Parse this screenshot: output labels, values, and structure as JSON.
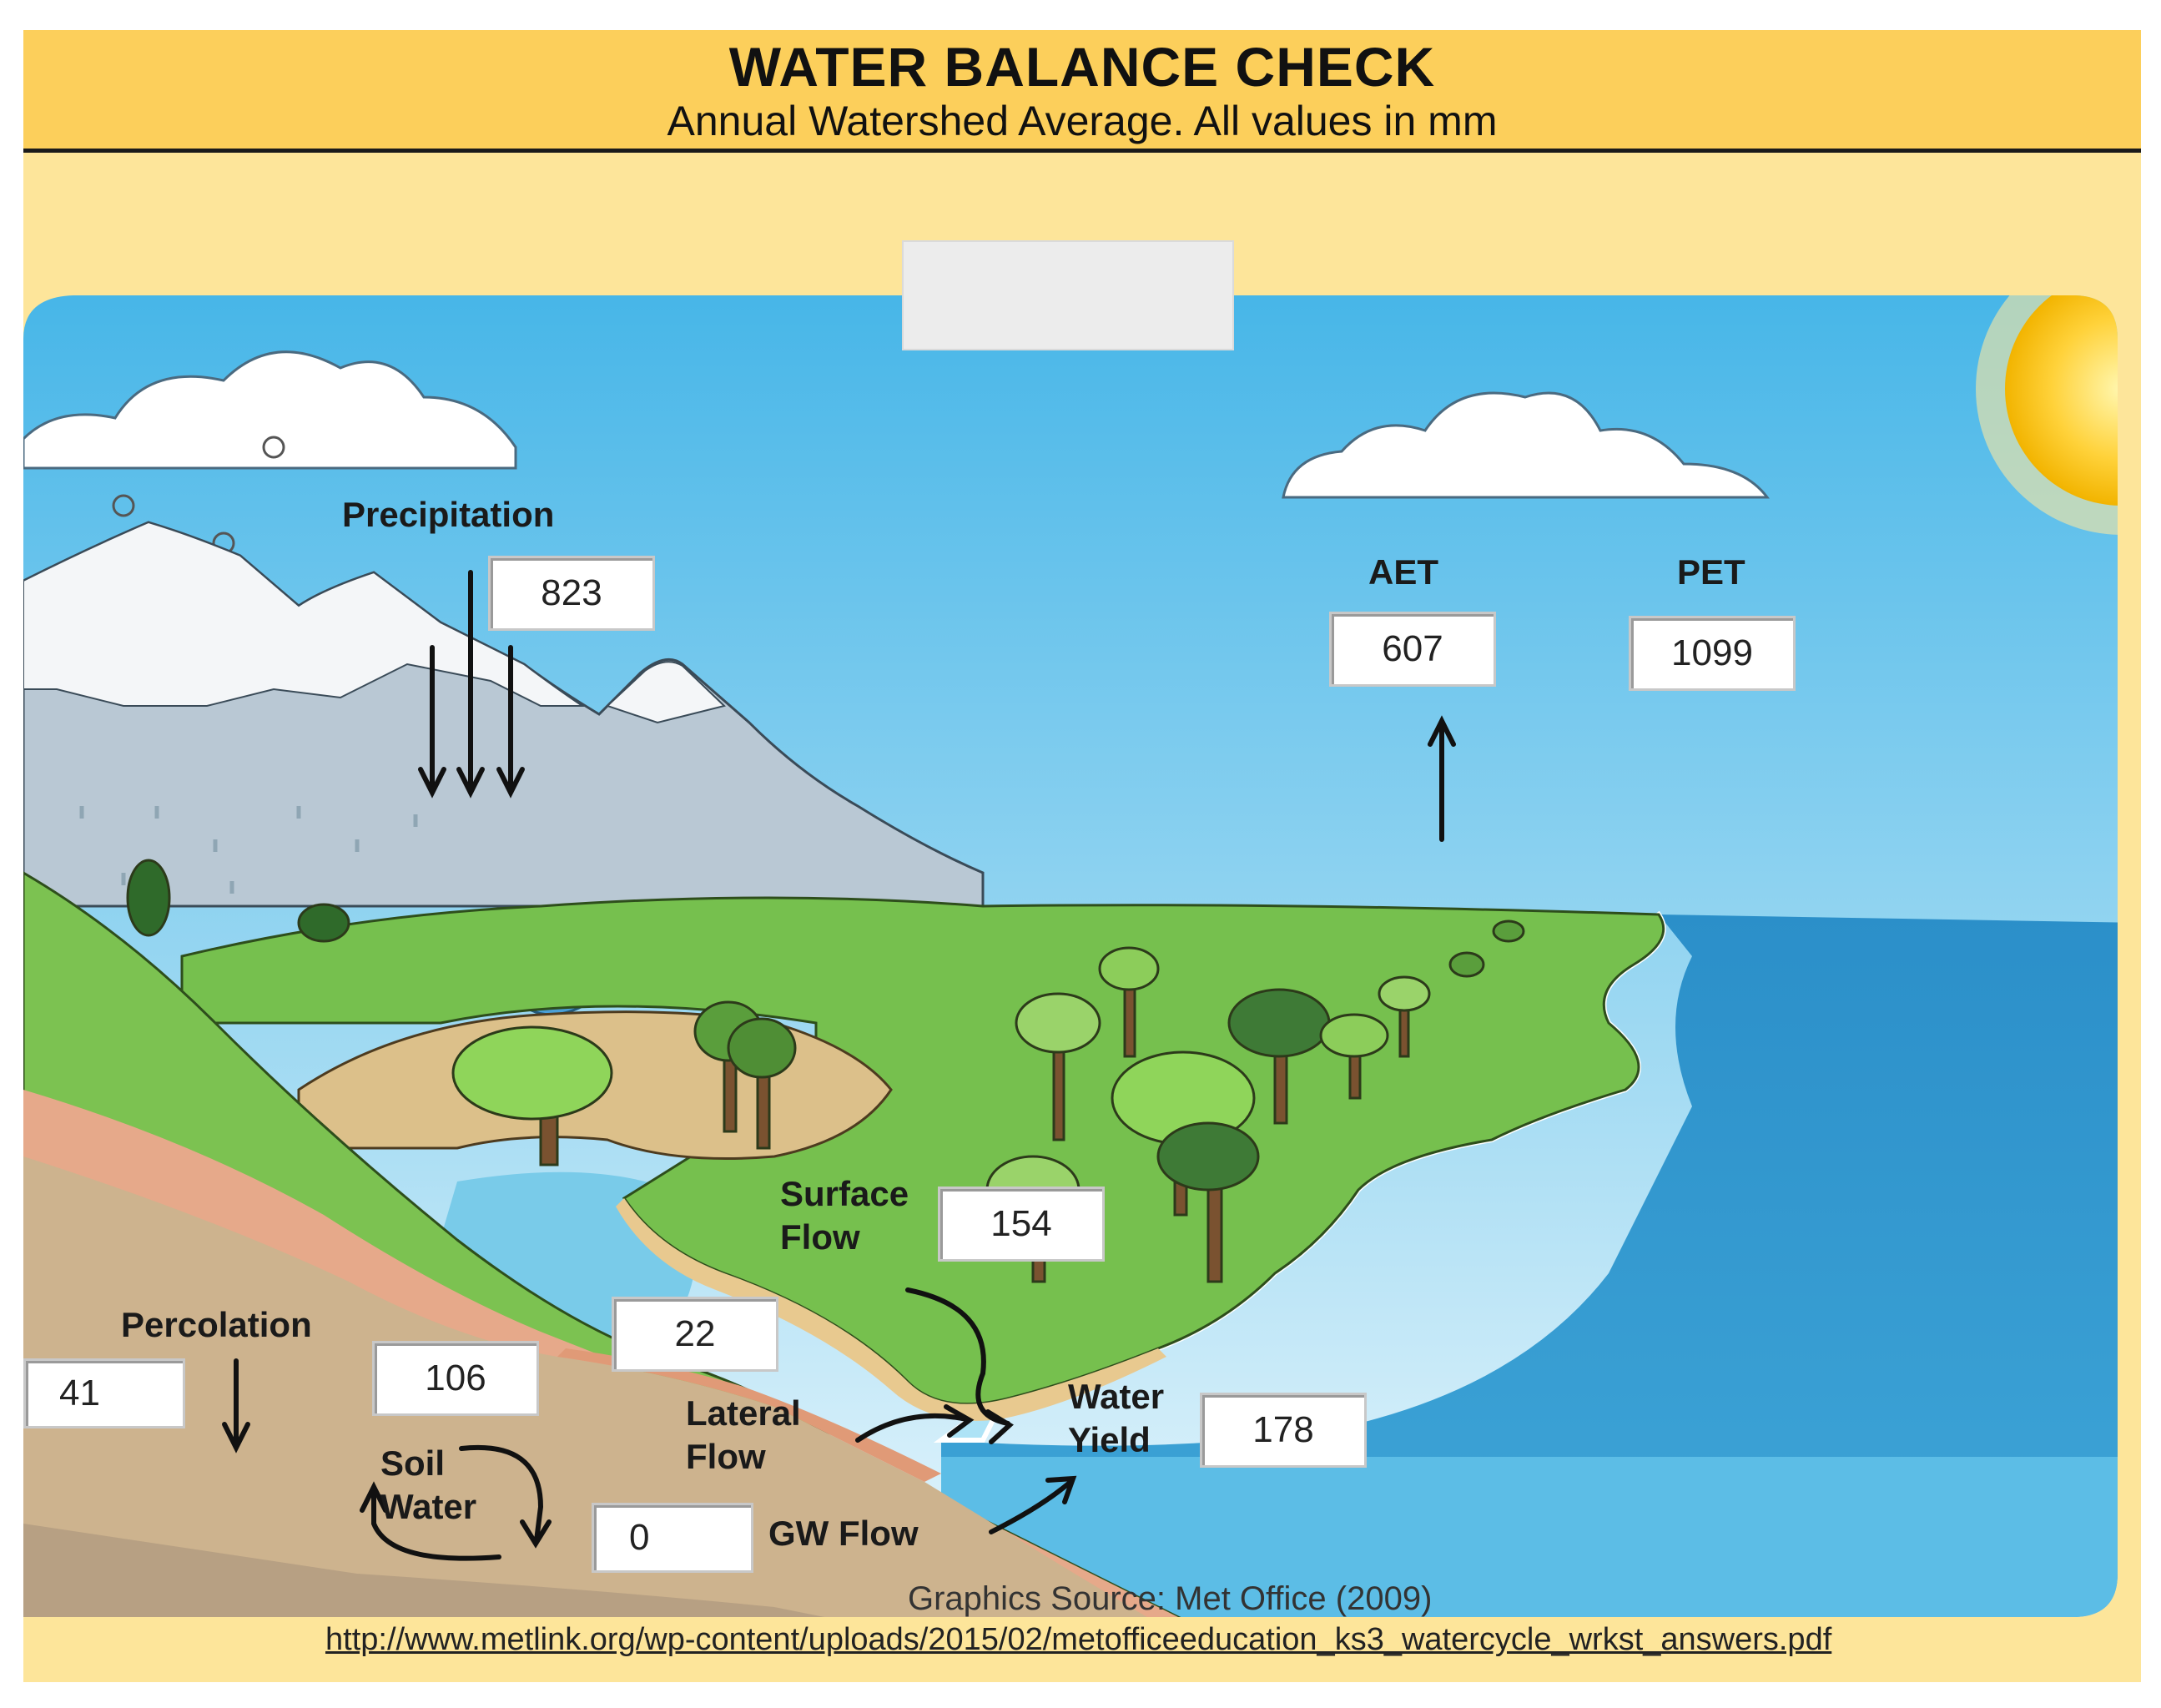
{
  "header": {
    "title": "WATER BALANCE CHECK",
    "subtitle": "Annual Watershed Average. All values in mm"
  },
  "labels": {
    "precipitation": "Precipitation",
    "aet": "AET",
    "pet": "PET",
    "surface_flow_1": "Surface",
    "surface_flow_2": "Flow",
    "percolation": "Percolation",
    "lateral_flow_1": "Lateral",
    "lateral_flow_2": "Flow",
    "water_yield_1": "Water",
    "water_yield_2": "Yield",
    "soil_water_1": "Soil",
    "soil_water_2": "Water",
    "gw_flow": "GW Flow"
  },
  "values": {
    "precipitation": "823",
    "aet": "607",
    "pet": "1099",
    "surface_flow": "154",
    "lateral_flow": "22",
    "soil_water": "106",
    "percolation": "41",
    "water_yield": "178",
    "gw_flow": "0"
  },
  "footer": {
    "source": "Graphics Source: Met Office (2009)",
    "url": "http://www.metlink.org/wp-content/uploads/2015/02/metofficeeducation_ks3_watercycle_wrkst_answers.pdf"
  },
  "colors": {
    "header_bg": "#fccf5b",
    "page_bg": "#fde59a",
    "sky": "#5ec3ec",
    "sea": "#2a8ec7",
    "grass": "#6ab84b",
    "soil": "#cdb38e"
  }
}
